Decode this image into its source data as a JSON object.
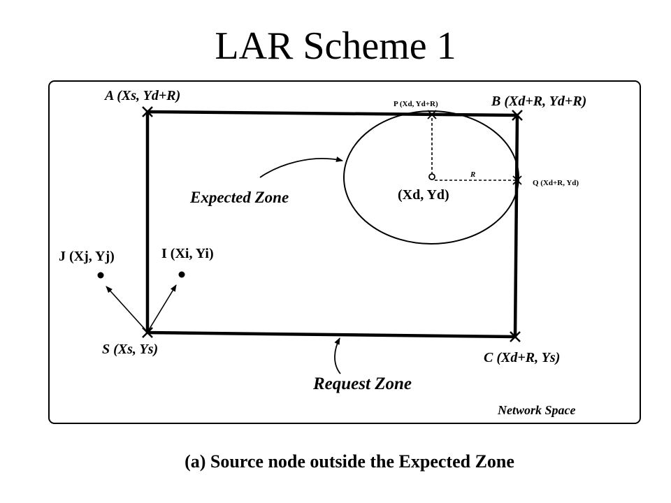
{
  "title": "LAR Scheme 1",
  "diagram": {
    "points": {
      "A": "A (Xs, Yd+R)",
      "B": "B (Xd+R, Yd+R)",
      "C": "C (Xd+R, Ys)",
      "S": "S (Xs, Ys)",
      "P": "P (Xd, Yd+R)",
      "Q": "Q (Xd+R, Yd)",
      "D": "(Xd, Yd)",
      "J": "J (Xj, Yj)",
      "I": "I (Xi, Yi)"
    },
    "radius_label": "R",
    "expected_zone_label": "Expected Zone",
    "request_zone_label": "Request Zone",
    "network_space_label": "Network Space"
  },
  "caption": "(a) Source node outside the Expected Zone"
}
